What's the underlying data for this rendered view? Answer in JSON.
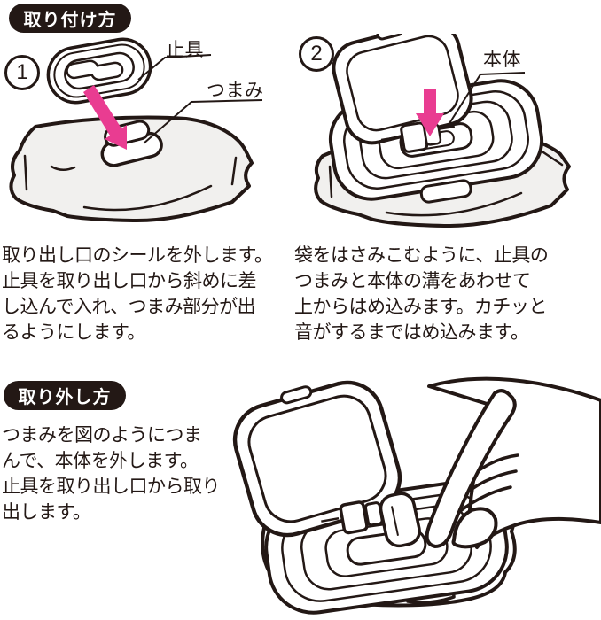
{
  "colors": {
    "ink": "#231815",
    "accent_pink": "#e93c91",
    "pouch_gray": "#f1f0ee"
  },
  "attach": {
    "badge": "取り付け方",
    "steps": [
      {
        "number": "1",
        "labels": {
          "stopper": "止具",
          "tab": "つまみ"
        },
        "description": "取り出し口のシールを外します。\n止具を取り出し口から斜めに差\nし込んで入れ、つまみ部分が出\nるようにします。"
      },
      {
        "number": "2",
        "labels": {
          "body": "本体"
        },
        "description": "袋をはさみこむように、止具の\nつまみと本体の溝をあわせて\n上からはめ込みます。カチッと\n音がするまではめ込みます。"
      }
    ]
  },
  "detach": {
    "badge": "取り外し方",
    "description": "つまみを図のようにつま\nんで、本体を外します。\n止具を取り出し口から取り\n出します。"
  }
}
